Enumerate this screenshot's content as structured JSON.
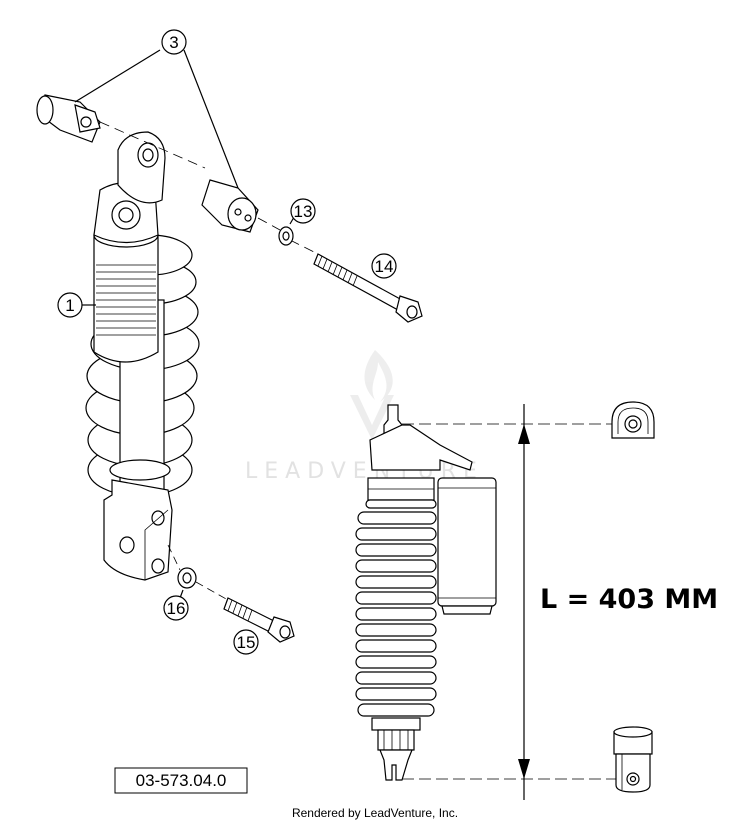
{
  "diagram": {
    "callouts": [
      {
        "id": "callout-1",
        "label": "1"
      },
      {
        "id": "callout-3",
        "label": "3"
      },
      {
        "id": "callout-13",
        "label": "13"
      },
      {
        "id": "callout-14",
        "label": "14"
      },
      {
        "id": "callout-15",
        "label": "15"
      },
      {
        "id": "callout-16",
        "label": "16"
      }
    ],
    "dimension_label": "L = 403 MM",
    "diagram_code": "03-573.04.0",
    "watermark": "LEADVENTURE",
    "footer": "Rendered by LeadVenture, Inc."
  }
}
